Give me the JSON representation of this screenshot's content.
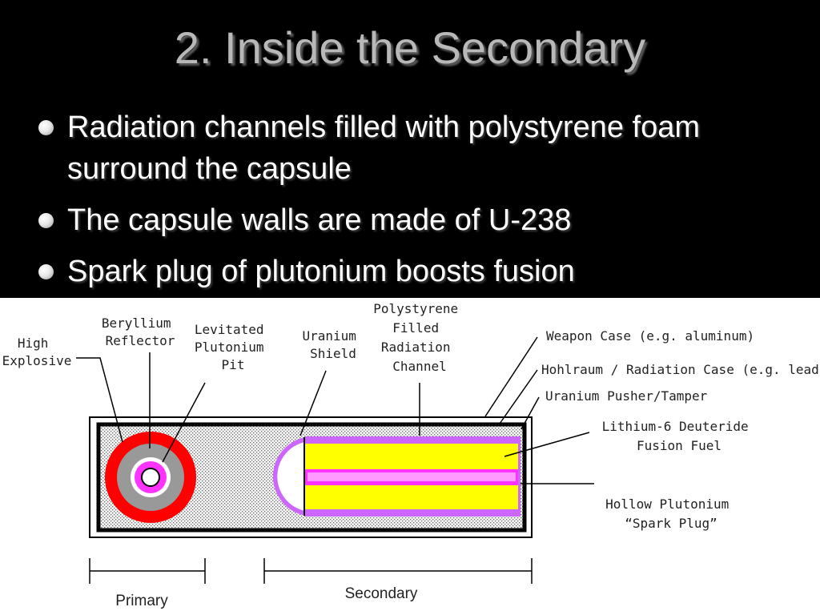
{
  "slide": {
    "title": "2. Inside the Secondary",
    "bullets": [
      "Radiation channels filled with polystyrene foam surround the capsule",
      "The capsule walls are made of U-238",
      "Spark plug of plutonium boosts fusion"
    ]
  },
  "diagram": {
    "labels": {
      "high_explosive": [
        "High",
        "Explosive"
      ],
      "beryllium_reflector": [
        "Beryllium",
        "Reflector"
      ],
      "levitated_pit": [
        "Levitated",
        "Plutonium",
        "Pit"
      ],
      "uranium_shield": [
        "Uranium",
        "Shield"
      ],
      "radiation_channel": [
        "Polystyrene",
        "Filled",
        "Radiation",
        "Channel"
      ],
      "weapon_case": "Weapon Case (e.g. aluminum)",
      "hohlraum": "Hohlraum / Radiation Case (e.g. lead)",
      "pusher_tamper": "Uranium Pusher/Tamper",
      "fusion_fuel": [
        "Lithium-6 Deuteride",
        "Fusion Fuel"
      ],
      "spark_plug": [
        "Hollow Plutonium",
        "“Spark Plug”"
      ],
      "primary": "Primary",
      "secondary": "Secondary"
    },
    "colors": {
      "high_explosive": "#ff0000",
      "reflector": "#999999",
      "pit": "#ff33ff",
      "tamper": "#cc66ff",
      "fuel": "#ffff00",
      "spark_plug": "#ff99ff",
      "case": "#000000",
      "foam": "#e6e6e6"
    }
  }
}
